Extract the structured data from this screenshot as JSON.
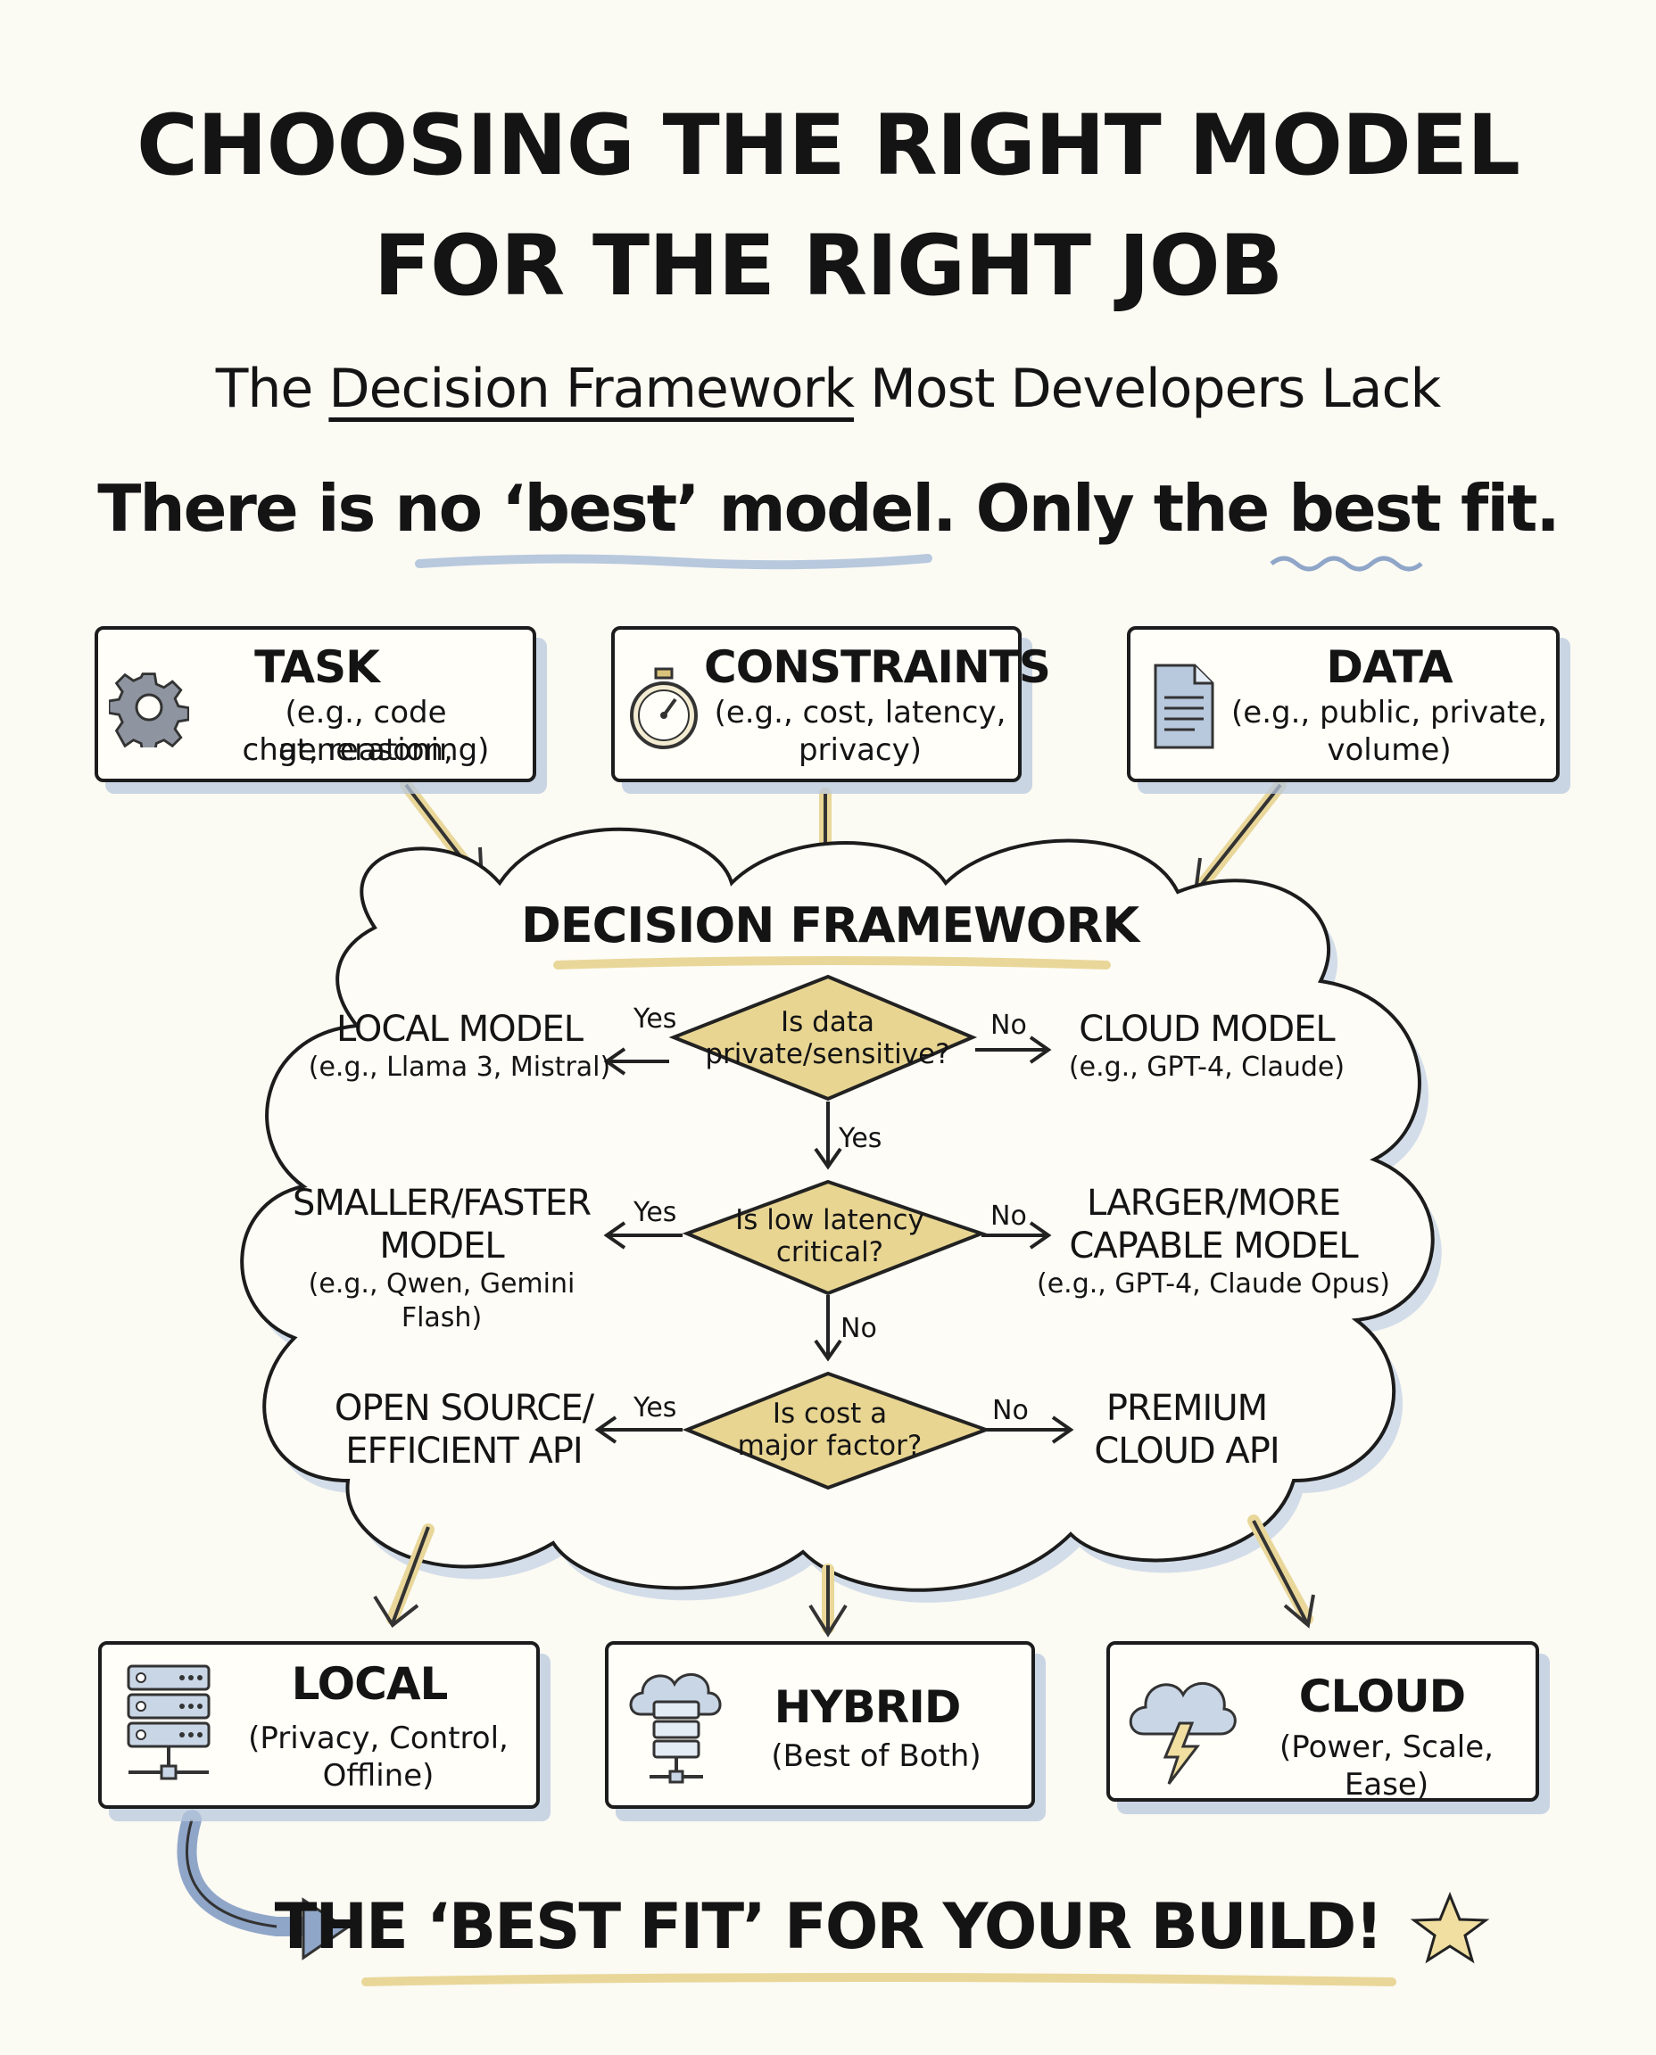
{
  "title": {
    "line1": "CHOOSING THE RIGHT MODEL",
    "line2": "FOR THE RIGHT JOB"
  },
  "subtitle": {
    "prefix": "The ",
    "highlight": "Decision Framework",
    "suffix": " Most Developers Lack"
  },
  "tagline": "There is no ‘best’ model. Only the best fit.",
  "inputs": [
    {
      "title": "TASK",
      "sub1": "(e.g., code generation,",
      "sub2": "chat, reasoning)",
      "icon": "gear-icon"
    },
    {
      "title": "CONSTRAINTS",
      "sub1": "(e.g., cost, latency,",
      "sub2": "privacy)",
      "icon": "stopwatch-icon"
    },
    {
      "title": "DATA",
      "sub1": "(e.g., public, private,",
      "sub2": "volume)",
      "icon": "document-icon"
    }
  ],
  "framework": {
    "title": "DECISION FRAMEWORK",
    "yes": "Yes",
    "no": "No",
    "questions": [
      {
        "line1": "Is data",
        "line2": "private/sensitive?",
        "yes_title1": "LOCAL MODEL",
        "yes_title2": "",
        "yes_sub": "(e.g., Llama 3, Mistral)",
        "no_title1": "CLOUD MODEL",
        "no_title2": "",
        "no_sub": "(e.g., GPT-4, Claude)",
        "down_label": "Yes"
      },
      {
        "line1": "Is low latency",
        "line2": "critical?",
        "yes_title1": "SMALLER/FASTER",
        "yes_title2": "MODEL",
        "yes_sub": "(e.g., Qwen, Gemini Flash)",
        "no_title1": "LARGER/MORE",
        "no_title2": "CAPABLE MODEL",
        "no_sub": "(e.g., GPT-4, Claude Opus)",
        "down_label": "No"
      },
      {
        "line1": "Is cost a",
        "line2": "major factor?",
        "yes_title1": "OPEN SOURCE/",
        "yes_title2": "EFFICIENT API",
        "yes_sub": "",
        "no_title1": "PREMIUM",
        "no_title2": "CLOUD API",
        "no_sub": ""
      }
    ]
  },
  "outputs": [
    {
      "title": "LOCAL",
      "sub1": "(Privacy, Control,",
      "sub2": "Offline)",
      "icon": "server-rack-icon"
    },
    {
      "title": "HYBRID",
      "sub1": "(Best of Both)",
      "sub2": "",
      "icon": "cloud-server-icon"
    },
    {
      "title": "CLOUD",
      "sub1": "(Power, Scale, Ease)",
      "sub2": "",
      "icon": "storm-cloud-icon"
    }
  ],
  "footer": "THE ‘BEST FIT’ FOR YOUR BUILD!",
  "colors": {
    "diamond": "#e8d592",
    "accent_yellow": "#e9d79a",
    "shadow_blue": "#b8c8dd",
    "arrow_blue": "#8fa6c8"
  }
}
